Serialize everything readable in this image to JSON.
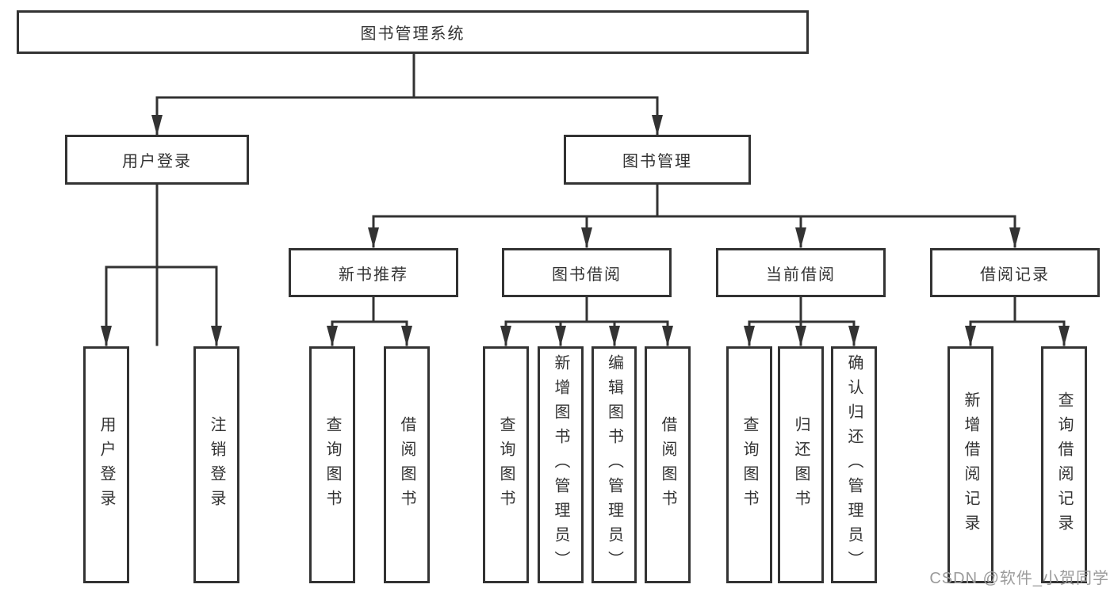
{
  "tree": {
    "label": "图书管理系统",
    "children": [
      {
        "label": "用户登录",
        "children": [
          {
            "label": "用户登录"
          },
          {
            "label": "注销登录"
          }
        ]
      },
      {
        "label": "图书管理",
        "children": [
          {
            "label": "新书推荐",
            "children": [
              {
                "label": "查询图书"
              },
              {
                "label": "借阅图书"
              }
            ]
          },
          {
            "label": "图书借阅",
            "children": [
              {
                "label": "查询图书"
              },
              {
                "label": "新增图书（管理员）"
              },
              {
                "label": "编辑图书（管理员）"
              },
              {
                "label": "借阅图书"
              }
            ]
          },
          {
            "label": "当前借阅",
            "children": [
              {
                "label": "查询图书"
              },
              {
                "label": "归还图书"
              },
              {
                "label": "确认归还（管理员）"
              }
            ]
          },
          {
            "label": "借阅记录",
            "children": [
              {
                "label": "新增借阅记录"
              },
              {
                "label": "查询借阅记录"
              }
            ]
          }
        ]
      }
    ]
  },
  "watermark": "CSDN @软件_小贺同学",
  "colors": {
    "line": "#333333",
    "text": "#333333",
    "background": "#ffffff",
    "watermark": "#9b9b9b"
  }
}
